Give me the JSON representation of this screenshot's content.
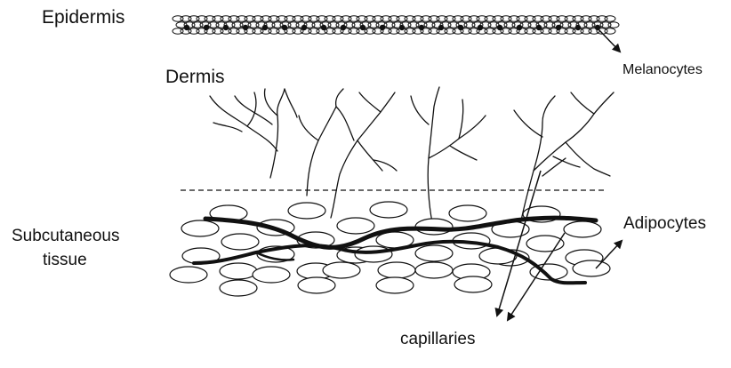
{
  "labels": {
    "epidermis": "Epidermis",
    "melanocytes": "Melanocytes",
    "dermis": "Dermis",
    "subcutaneous_line1": "Subcutaneous",
    "subcutaneous_line2": "tissue",
    "adipocytes": "Adipocytes",
    "capillaries": "capillaries"
  },
  "colors": {
    "ink": "#111111",
    "background": "#ffffff"
  }
}
